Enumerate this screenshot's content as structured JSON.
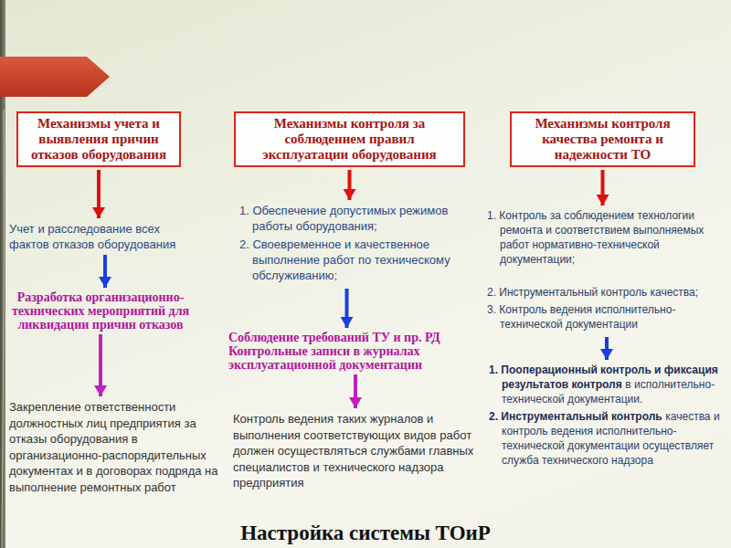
{
  "diagram": {
    "title": "Настройка системы ТОиР",
    "nodes": [
      {
        "text": [
          "Механизмы учета и выявления причин отказов оборудования"
        ]
      },
      {
        "text": [
          "Учет и расследование всех фактов отказов оборудования"
        ]
      },
      {
        "text": [
          "Разработка организационно-технических мероприятий для ликвидации причин отказов"
        ]
      },
      {
        "text": [
          "Закрепление ответственности должностных лиц предприятия за отказы оборудования в организационно-распорядительных документах и в договорах подряда на выполнение ремонтных работ"
        ]
      },
      {
        "text": [
          "Механизмы контроля за соблюдением правил эксплуатации оборудования"
        ]
      },
      {
        "text": [
          "1. Обеспечение допустимых режимов работы оборудования;",
          "2. Своевременное и качественное выполнение работ по техническому обслуживанию;"
        ]
      },
      {
        "text": [
          "Соблюдение требований ТУ и пр. РД",
          "Контрольные записи в журналах эксплуатационной документации"
        ]
      },
      {
        "text": [
          "Контроль ведения таких журналов и выполнения соответствующих видов работ должен осуществляться службами главных специалистов и технического надзора предприятия"
        ]
      },
      {
        "text": [
          "Механизмы контроля качества ремонта и надежности ТО"
        ]
      },
      {
        "text": [
          "1. Контроль за соблюдением технологии ремонта и соответствием выполняемых работ нормативно-технической документации;",
          "2. Инструментальный контроль качества;",
          "3. Контроль ведения исполнительно-технической документации"
        ]
      },
      {
        "text": [
          "1. Пооперационный контроль и фиксация результатов контроля",
          "в исполнительно-технической документации.",
          "2. Инструментальный контроль",
          "качества и контроль ведения исполнительно-технической документации осуществляет служба технического надзора"
        ]
      }
    ],
    "edges": [
      {
        "from": 0,
        "to": 1,
        "arrow": "to"
      },
      {
        "from": 1,
        "to": 2,
        "arrow": "to"
      },
      {
        "from": 2,
        "to": 3,
        "arrow": "to"
      },
      {
        "from": 4,
        "to": 5,
        "arrow": "to"
      },
      {
        "from": 5,
        "to": 6,
        "arrow": "to"
      },
      {
        "from": 6,
        "to": 7,
        "arrow": "to"
      },
      {
        "from": 8,
        "to": 9,
        "arrow": "to"
      },
      {
        "from": 9,
        "to": 10,
        "arrow": "to"
      }
    ]
  }
}
